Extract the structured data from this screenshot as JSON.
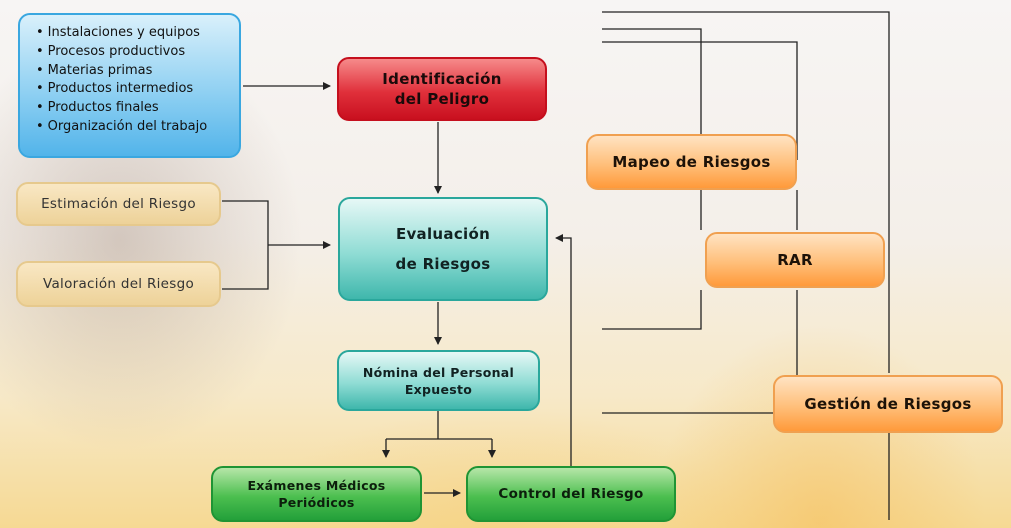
{
  "inputs": [
    "Instalaciones y equipos",
    "Procesos productivos",
    "Materias primas",
    "Productos intermedios",
    "Productos finales",
    "Organización del trabajo"
  ],
  "nodes": {
    "identificacion": "Identificación\ndel Peligro",
    "evaluacion": "Evaluación\nde Riesgos",
    "estimacion": "Estimación del Riesgo",
    "valoracion": "Valoración del Riesgo",
    "nomina": "Nómina del Personal\nExpuesto",
    "examenes": "Exámenes Médicos\nPeriódicos",
    "control": "Control del Riesgo",
    "mapeo": "Mapeo de Riesgos",
    "rar": "RAR",
    "gestion": "Gestión de Riesgos"
  },
  "colors": {
    "red": "#e0303b",
    "teal": "#3fb7ac",
    "green": "#23a03a",
    "orange": "#ff9a3a",
    "tan": "#eed296",
    "blue": "#52b4ea",
    "line": "#222222"
  }
}
